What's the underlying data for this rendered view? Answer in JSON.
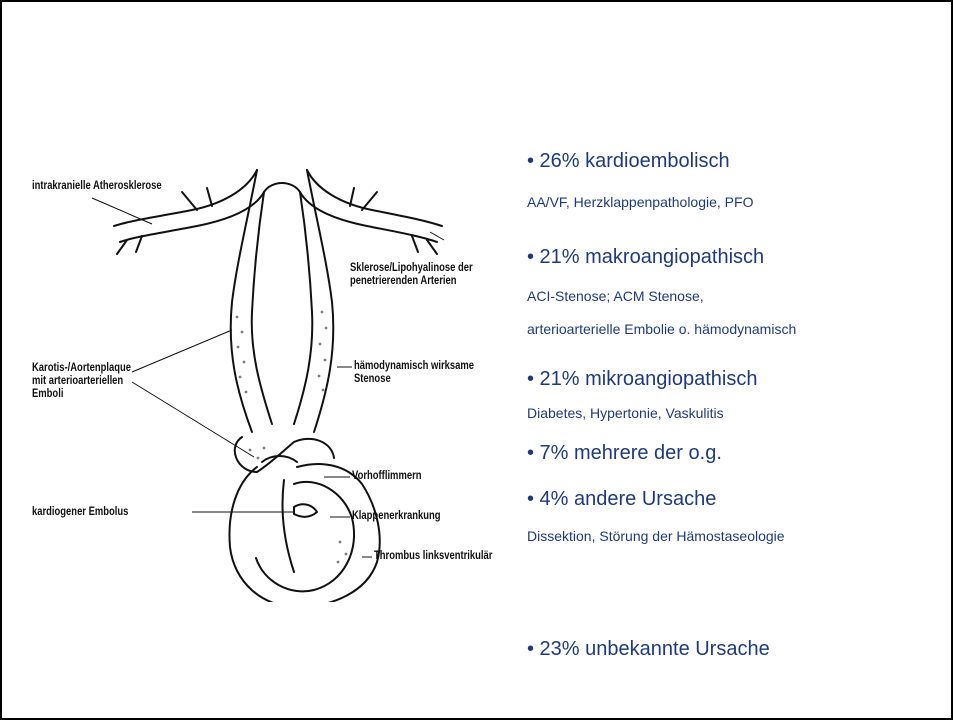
{
  "figure": {
    "labels": {
      "intracranial": "intrakranielle Atherosklerose",
      "sclerosis_l1": "Sklerose/Lipohyalinose der",
      "sclerosis_l2": "penetrierenden Arterien",
      "carotid_l1": "Karotis-/Aortenplaque",
      "carotid_l2": "mit arterioarteriellen",
      "carotid_l3": "Emboli",
      "stenosis_l1": "hämodynamisch wirksame",
      "stenosis_l2": "Stenose",
      "afib": "Vorhofflimmern",
      "cardiogenic": "kardiogener Embolus",
      "valve": "Klappenerkrankung",
      "thrombus": "Thrombus linksventrikulär"
    }
  },
  "causes": [
    {
      "title": "• 26% kardioembolisch",
      "details": [
        "AA/VF, Herzklappenpathologie, PFO"
      ]
    },
    {
      "title": "• 21% makroangiopathisch",
      "details": [
        "ACI-Stenose; ACM Stenose,",
        "arterioarterielle Embolie o. hämodynamisch"
      ]
    },
    {
      "title": "• 21% mikroangiopathisch",
      "details": [
        "Diabetes, Hypertonie, Vaskulitis"
      ]
    },
    {
      "title": "• 7% mehrere der o.g.",
      "details": []
    },
    {
      "title": "• 4% andere Ursache",
      "details": [
        "Dissektion, Störung der Hämostaseologie"
      ]
    },
    {
      "title": "• 23% unbekannte Ursache",
      "details": []
    }
  ],
  "colors": {
    "text": "#1f3a7a",
    "diagram": "#111111",
    "background": "#ffffff"
  }
}
